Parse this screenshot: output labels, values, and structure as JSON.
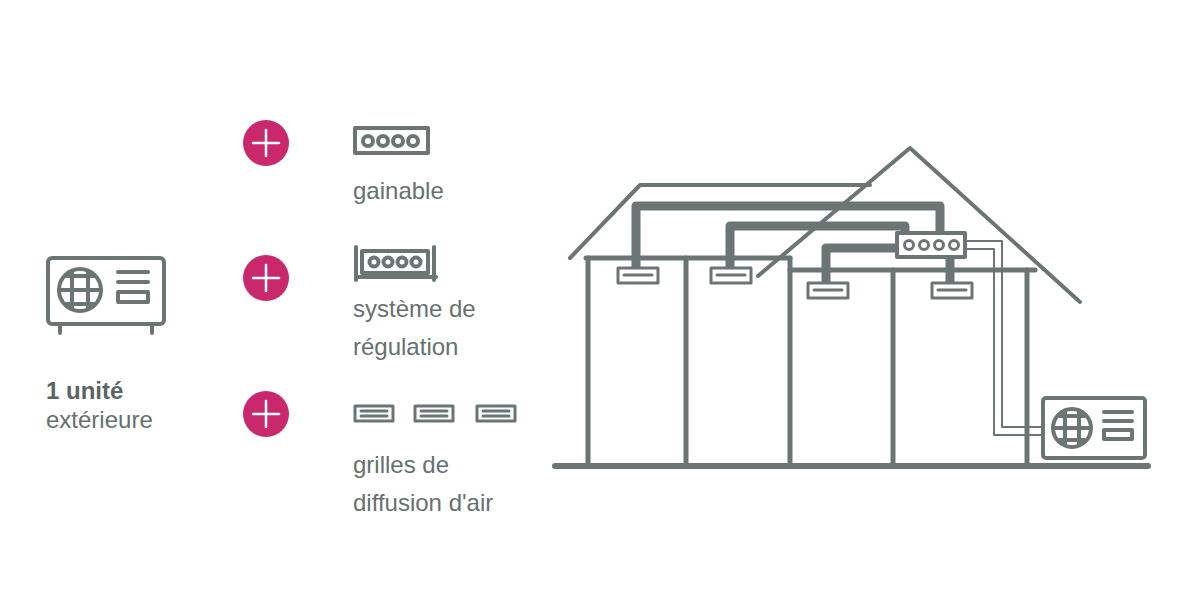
{
  "diagram": {
    "labels": [
      "1 unité",
      "extérieure",
      "gainable",
      "système de régulation",
      "grilles de diffusion d'air"
    ]
  }
}
